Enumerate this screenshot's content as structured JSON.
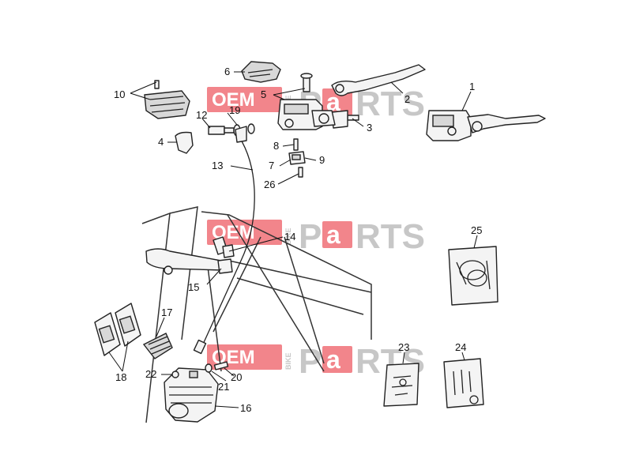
{
  "watermark": {
    "oem": "OEM",
    "bike": "BIKE",
    "parts_p": "P",
    "parts_a": "a",
    "parts_rts": "RTS",
    "colors": {
      "red": "#e7202b",
      "grey": "#9a9a9a"
    }
  },
  "callouts": {
    "c1": "1",
    "c2": "2",
    "c3": "3",
    "c4": "4",
    "c5": "5",
    "c6": "6",
    "c7": "7",
    "c8": "8",
    "c9": "9",
    "c10": "10",
    "c12": "12",
    "c13": "13",
    "c14": "14",
    "c15": "15",
    "c16": "16",
    "c17": "17",
    "c18": "18",
    "c19": "19",
    "c20": "20",
    "c21": "21",
    "c22": "22",
    "c23": "23",
    "c24": "24",
    "c25": "25",
    "c26": "26"
  }
}
